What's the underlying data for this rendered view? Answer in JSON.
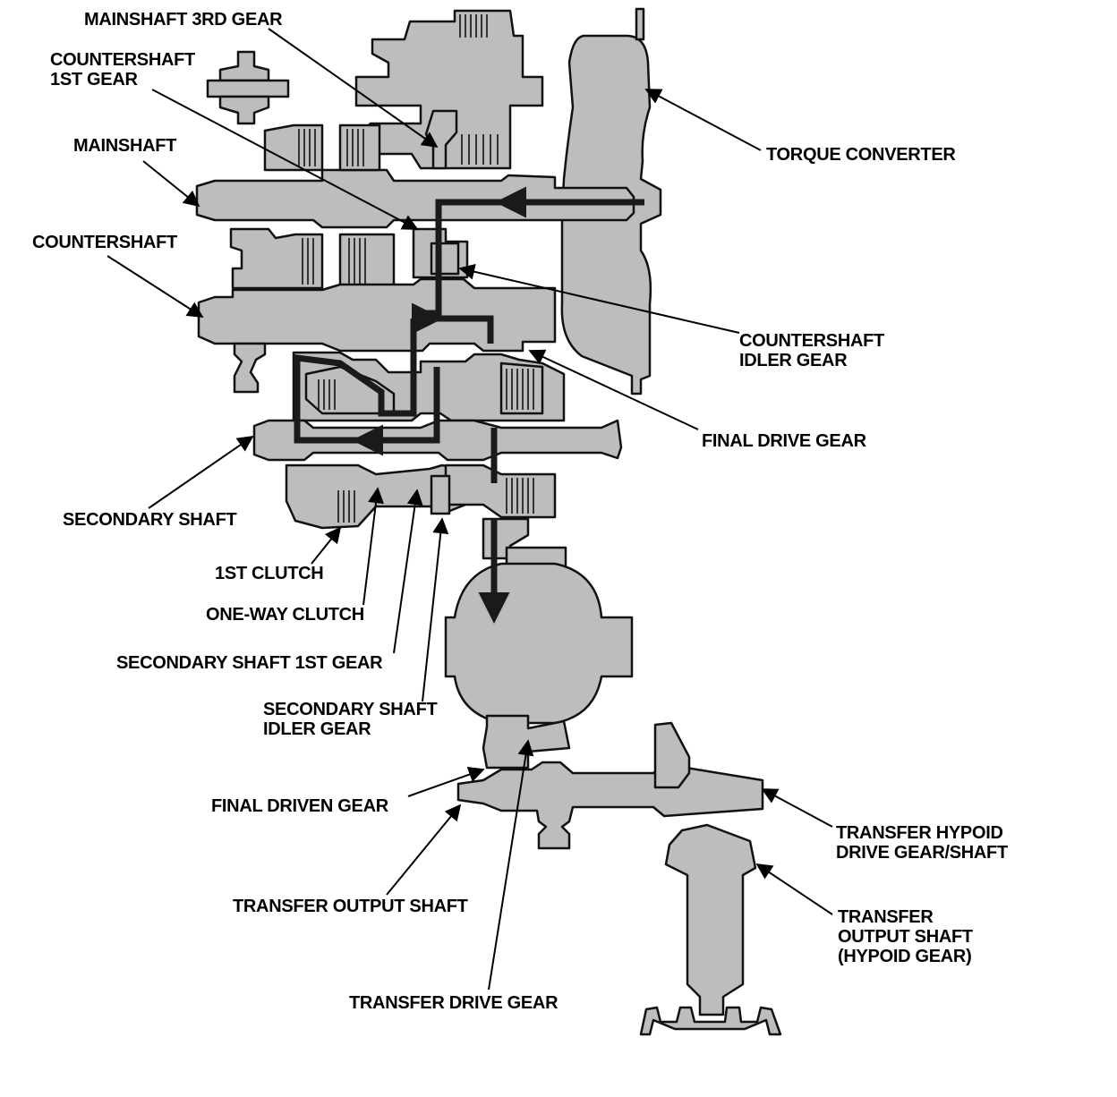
{
  "labels": {
    "mainshaft_3rd_gear": "MAINSHAFT 3RD GEAR",
    "countershaft_1st_gear": [
      "COUNTERSHAFT",
      "1ST GEAR"
    ],
    "mainshaft": "MAINSHAFT",
    "countershaft": "COUNTERSHAFT",
    "torque_converter": "TORQUE CONVERTER",
    "countershaft_idler_gear": [
      "COUNTERSHAFT",
      "IDLER GEAR"
    ],
    "final_drive_gear": "FINAL DRIVE GEAR",
    "secondary_shaft": "SECONDARY SHAFT",
    "first_clutch": "1ST CLUTCH",
    "one_way_clutch": "ONE-WAY CLUTCH",
    "secondary_shaft_1st_gear": "SECONDARY SHAFT 1ST GEAR",
    "secondary_shaft_idler_gear": [
      "SECONDARY SHAFT",
      "IDLER GEAR"
    ],
    "final_driven_gear": "FINAL DRIVEN GEAR",
    "transfer_hypoid_drive_gear_shaft": [
      "TRANSFER HYPOID",
      "DRIVE GEAR/SHAFT"
    ],
    "transfer_output_shaft": "TRANSFER OUTPUT SHAFT",
    "transfer_output_shaft_hypoid_gear": [
      "TRANSFER",
      "OUTPUT SHAFT",
      "(HYPOID GEAR)"
    ],
    "transfer_drive_gear": "TRANSFER DRIVE GEAR"
  },
  "colors": {
    "part_fill": "#bdbdbd",
    "outline": "#111111",
    "power_flow": "#1a1a1a"
  }
}
